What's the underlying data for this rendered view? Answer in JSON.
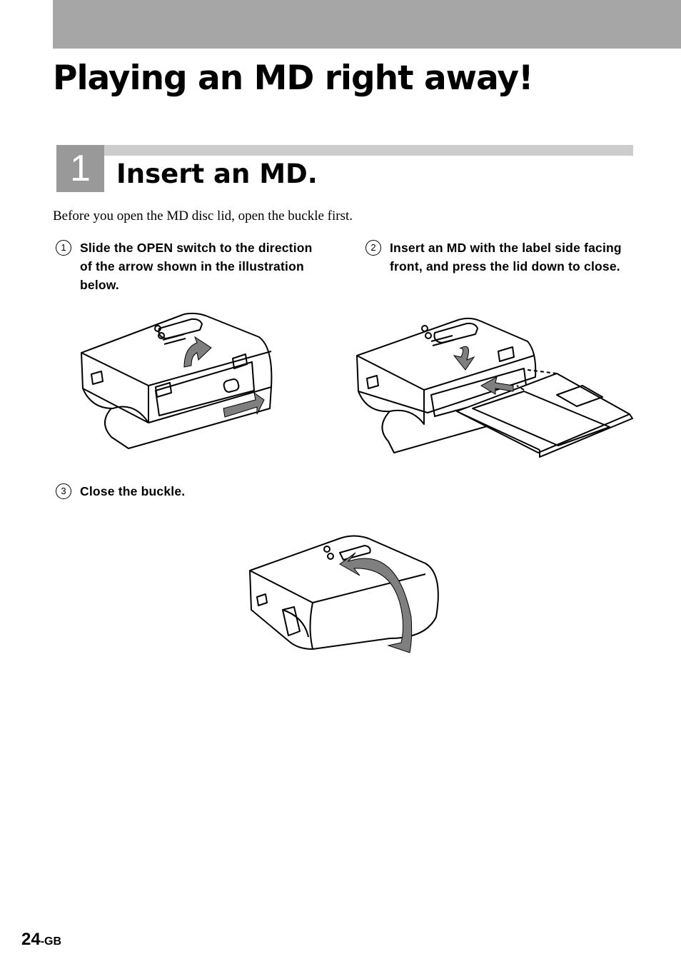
{
  "header": {
    "title": "Playing an MD right away!"
  },
  "step": {
    "number": "1",
    "title": "Insert an MD."
  },
  "intro": "Before you open the MD disc lid, open the buckle first.",
  "instructions": [
    {
      "num": "1",
      "text": "Slide the OPEN switch to the direction of the arrow shown in the illustration below."
    },
    {
      "num": "2",
      "text": "Insert an MD with the label side facing front, and press the lid down to close."
    },
    {
      "num": "3",
      "text": "Close the buckle."
    }
  ],
  "illustrations": {
    "open_switch": "player-open-switch-illustration",
    "insert_md": "insert-md-illustration",
    "close_buckle": "close-buckle-illustration"
  },
  "footer": {
    "page": "24",
    "suffix": "-GB"
  }
}
